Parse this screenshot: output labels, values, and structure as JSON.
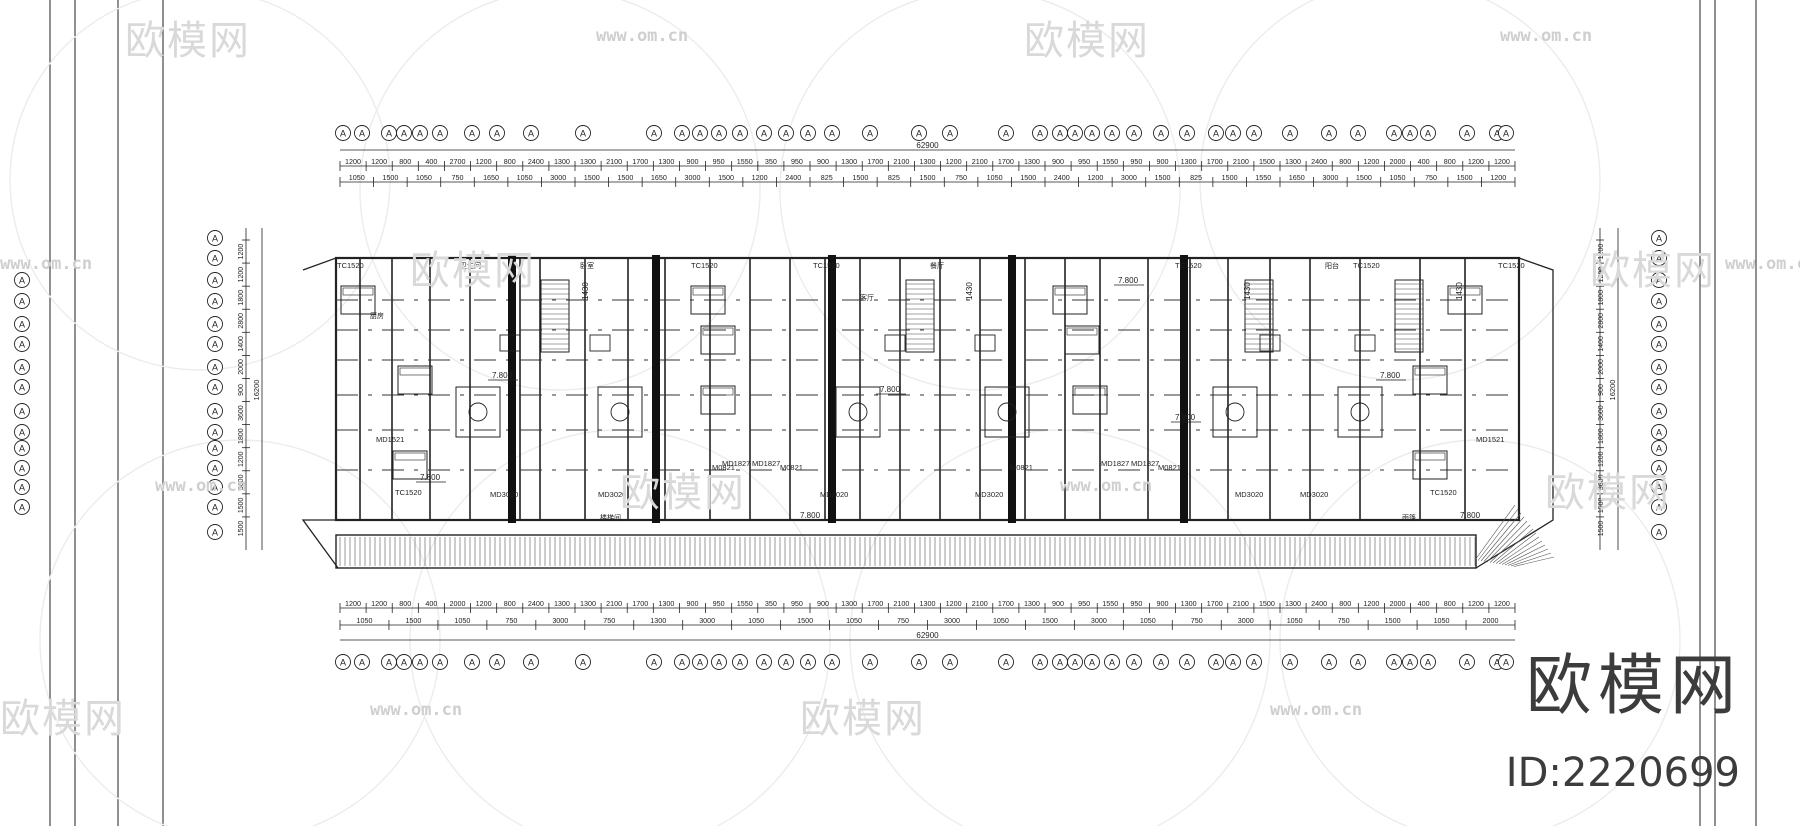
{
  "watermark": {
    "brand": "欧模网",
    "id_label": "ID:2220699",
    "url": "www.om.cn"
  },
  "plan": {
    "total_dimension": "62900",
    "axis_bubble_label": "A",
    "top_dims_row1": [
      "1200",
      "1200",
      "800",
      "400",
      "2700",
      "1200",
      "800",
      "2400",
      "1300",
      "1300",
      "2100",
      "1700",
      "1300",
      "900",
      "950",
      "1550",
      "350",
      "950",
      "900",
      "1300",
      "1700",
      "2100",
      "1300",
      "1200",
      "2100",
      "1700",
      "1300",
      "900",
      "950",
      "1550",
      "950",
      "900",
      "1300",
      "1700",
      "2100",
      "1500",
      "1300",
      "2400",
      "800",
      "1200",
      "2000",
      "400",
      "800",
      "1200",
      "1200"
    ],
    "top_dims_row2": [
      "1050",
      "1500",
      "1050",
      "750",
      "1650",
      "1050",
      "3000",
      "1500",
      "1500",
      "1650",
      "3000",
      "1500",
      "1200",
      "2400",
      "825",
      "1500",
      "825",
      "1500",
      "750",
      "1050",
      "1500",
      "2400",
      "1200",
      "3000",
      "1500",
      "825",
      "1500",
      "1550",
      "1650",
      "3000",
      "1500",
      "1050",
      "750",
      "1500",
      "1200"
    ],
    "bottom_dims_row1": [
      "1200",
      "1200",
      "800",
      "400",
      "2000",
      "1200",
      "800",
      "2400",
      "1300",
      "1300",
      "2100",
      "1700",
      "1300",
      "900",
      "950",
      "1550",
      "350",
      "950",
      "900",
      "1300",
      "1700",
      "2100",
      "1300",
      "1200",
      "2100",
      "1700",
      "1300",
      "900",
      "950",
      "1550",
      "950",
      "900",
      "1300",
      "1700",
      "2100",
      "1500",
      "1300",
      "2400",
      "800",
      "1200",
      "2000",
      "400",
      "800",
      "1200",
      "1200"
    ],
    "bottom_dims_row2": [
      "1050",
      "1500",
      "1050",
      "750",
      "3000",
      "750",
      "1300",
      "3000",
      "1050",
      "1500",
      "1050",
      "750",
      "3000",
      "1050",
      "1500",
      "3000",
      "1050",
      "750",
      "3000",
      "1050",
      "750",
      "1500",
      "1050",
      "2000"
    ],
    "left_dims": [
      "1200",
      "1200",
      "1800",
      "2800",
      "1400",
      "2000",
      "900",
      "3600",
      "1800",
      "1200",
      "3600",
      "1500",
      "1500"
    ],
    "left_total": "16200",
    "room_labels": [
      "TC1520",
      "TC1520",
      "TC1520",
      "TC1520",
      "TC1520",
      "TC1520",
      "TC1520",
      "TC1520",
      "MD1521",
      "MD1521",
      "MD1827",
      "MD1827",
      "MD1827",
      "MD1827",
      "MD3020",
      "MD3020",
      "MD3020",
      "MD3020",
      "MD3020",
      "MD3020",
      "M0821",
      "M0821",
      "M0821",
      "M0821"
    ],
    "elevations": [
      "7.800",
      "7.800",
      "7.800",
      "7.800",
      "7.800",
      "7.800",
      "7.800",
      "7.800"
    ],
    "stair_labels": [
      "1430",
      "1430",
      "1430",
      "1430"
    ],
    "misc_labels": [
      "厨房",
      "卫生间",
      "卧室",
      "客厅",
      "餐厅",
      "阳台",
      "楼梯间",
      "雨篷"
    ]
  }
}
